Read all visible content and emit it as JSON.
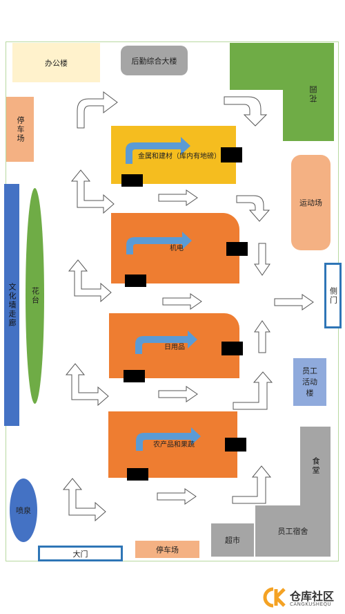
{
  "labels": {
    "office": "办公楼",
    "logistics_building": "后勤综合大楼",
    "parking_left": "停车场",
    "culture_wall": "文化墙走廊",
    "flower_platform": "花台",
    "fountain": "喷泉",
    "main_gate": "大门",
    "parking_bottom": "停车场",
    "supermarket": "超市",
    "staff_dorm": "员工宿舍",
    "canteen": "食堂",
    "staff_activity": "员工活动楼",
    "side_gate": "侧门",
    "sports_field": "运动场",
    "garden": "花园",
    "zone_metal": "金属和建材（库内有地磅）",
    "zone_electro": "机电",
    "zone_daily": "日用品",
    "zone_agri": "农产品和果蔬"
  },
  "logo": {
    "main": "仓库社区",
    "sub": "CANGKUSHEQU"
  },
  "colors": {
    "yellow": "#f5bd1f",
    "orange": "#ee7d31",
    "flow_arrow": "#5b9bd5",
    "green": "#6fac46",
    "blue_bar": "#4472c4",
    "salmon": "#f4b183",
    "light_yellow": "#fff2cc",
    "gray": "#a5a5a5",
    "lavender": "#8faadc",
    "gate_border": "#2e75b6",
    "logo_orange": "#f4a224"
  }
}
